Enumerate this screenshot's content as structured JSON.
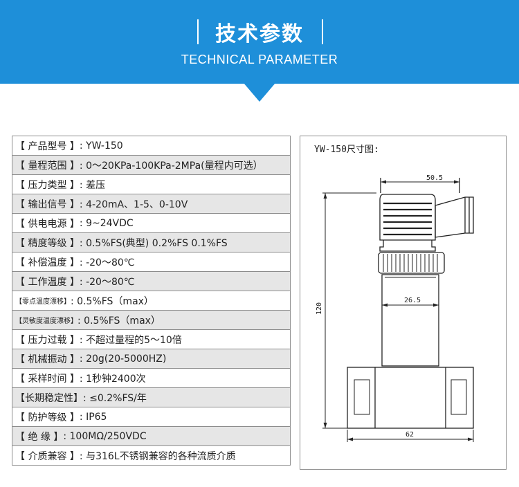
{
  "header": {
    "title_cn": "技术参数",
    "title_en": "TECHNICAL PARAMETER"
  },
  "params": [
    {
      "label": "【 产品型号 】",
      "value": ": YW-150",
      "shaded": false
    },
    {
      "label": "【 量程范围 】",
      "value": ": 0～20KPa-100KPa-2MPa(量程内可选）",
      "shaded": true
    },
    {
      "label": "【 压力类型 】",
      "value": ": 差压",
      "shaded": false
    },
    {
      "label": "【 输出信号 】",
      "value": ": 4-20mA、1-5、0-10V",
      "shaded": true
    },
    {
      "label": "【 供电电源 】",
      "value": ": 9~24VDC",
      "shaded": false
    },
    {
      "label": "【 精度等级 】",
      "value": ": 0.5%FS(典型)    0.2%FS  0.1%FS",
      "shaded": true
    },
    {
      "label": "【 补偿温度 】",
      "value": ": -20～80℃",
      "shaded": false
    },
    {
      "label": "【 工作温度 】",
      "value": ": -20～80℃",
      "shaded": true
    },
    {
      "label": "【零点温度漂移】",
      "value": ": 0.5%FS（max）",
      "shaded": false,
      "small": true
    },
    {
      "label": "【灵敏度温度漂移】",
      "value": ": 0.5%FS（max）",
      "shaded": true,
      "small": true
    },
    {
      "label": "【 压力过载 】",
      "value": ": 不超过量程的5～10倍",
      "shaded": false
    },
    {
      "label": "【 机械振动 】",
      "value": ": 20g(20-5000HZ)",
      "shaded": true
    },
    {
      "label": "【 采样时间 】",
      "value": ": 1秒钟2400次",
      "shaded": false
    },
    {
      "label": "【长期稳定性】",
      "value": ": ≤0.2%FS/年",
      "shaded": true
    },
    {
      "label": "【 防护等级 】",
      "value": ": IP65",
      "shaded": false
    },
    {
      "label": "【  绝    缘  】",
      "value": ": 100MΩ/250VDC",
      "shaded": true
    },
    {
      "label": "【 介质兼容 】",
      "value": ": 与316L不锈钢兼容的各种流质介质",
      "shaded": false
    }
  ],
  "drawing": {
    "title": "YW-150尺寸图:",
    "dims": {
      "top_width": "50.5",
      "body_width": "26.5",
      "height": "120",
      "base_width": "62"
    }
  },
  "colors": {
    "banner": "#1e8fd9",
    "row_shade": "#e6e6e6",
    "border": "#8c8c8c"
  }
}
